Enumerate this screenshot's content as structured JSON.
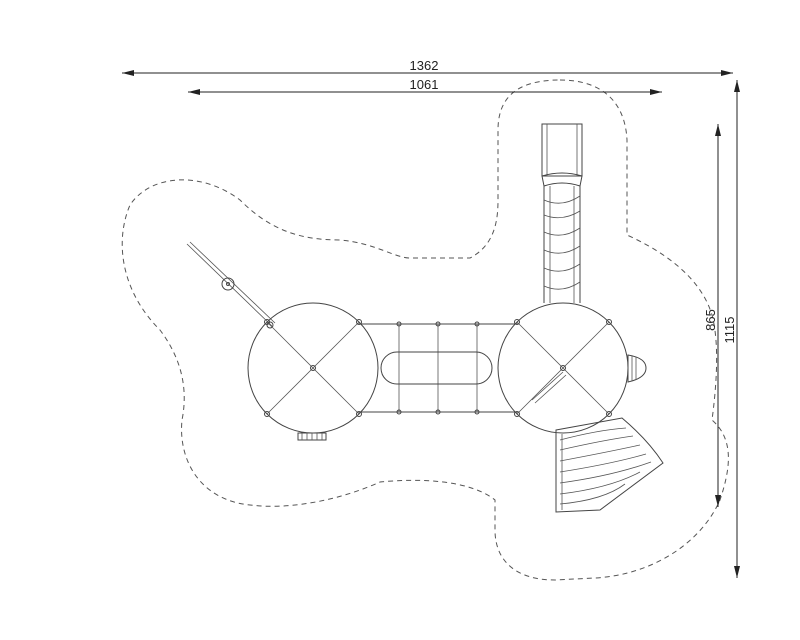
{
  "dimensions": {
    "overall_width": "1362",
    "inner_width": "1061",
    "inner_height": "865",
    "overall_height": "1115"
  },
  "colors": {
    "line": "#444444",
    "background": "#ffffff"
  }
}
